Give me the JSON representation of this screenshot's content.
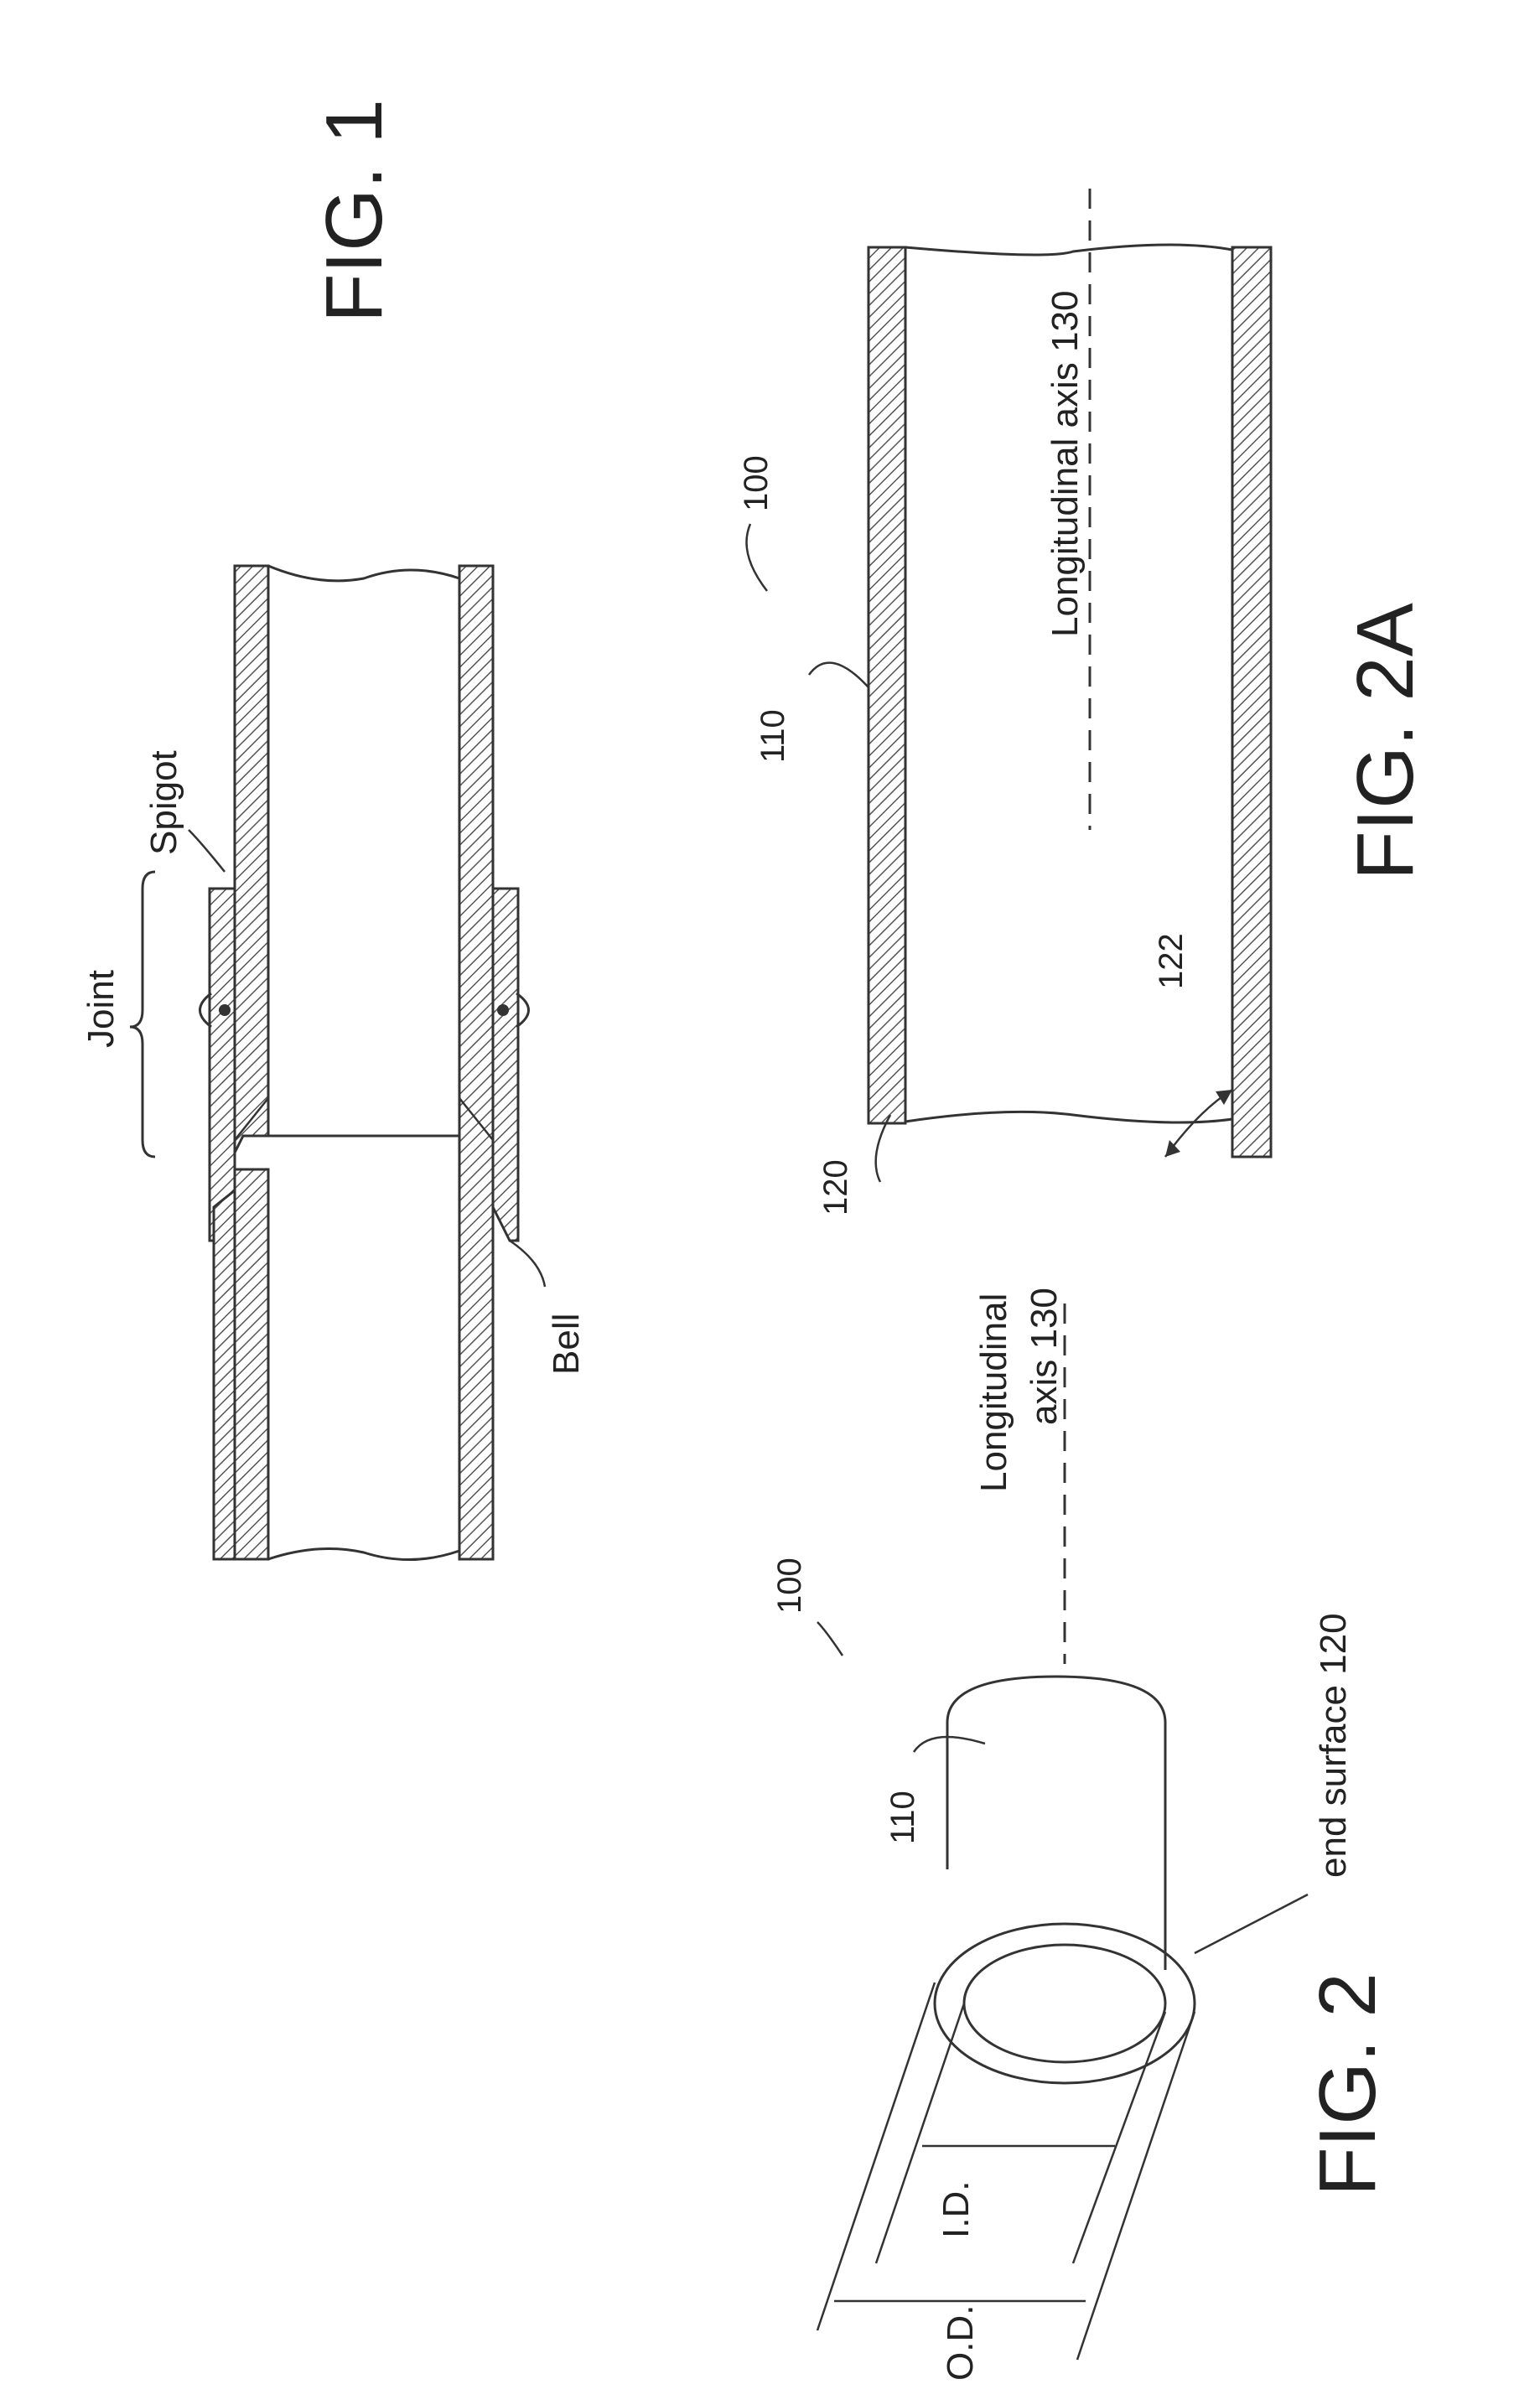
{
  "figures": {
    "fig1": {
      "title": "FIG. 1",
      "labels": {
        "joint": "Joint",
        "spigot": "Spigot",
        "bell": "Bell"
      }
    },
    "fig2": {
      "title": "FIG. 2",
      "labels": {
        "ref_100": "100",
        "ref_110": "110",
        "axis_line1": "Longitudinal",
        "axis_line2": "axis 130",
        "end_surface": "end surface 120",
        "inner_diameter": "I.D.",
        "outer_diameter": "O.D."
      }
    },
    "fig2a": {
      "title": "FIG. 2A",
      "labels": {
        "ref_100": "100",
        "ref_110": "110",
        "ref_120": "120",
        "ref_122": "122",
        "axis": "Longitudinal axis 130"
      }
    }
  },
  "colors": {
    "line": "#333333",
    "background": "#ffffff"
  }
}
